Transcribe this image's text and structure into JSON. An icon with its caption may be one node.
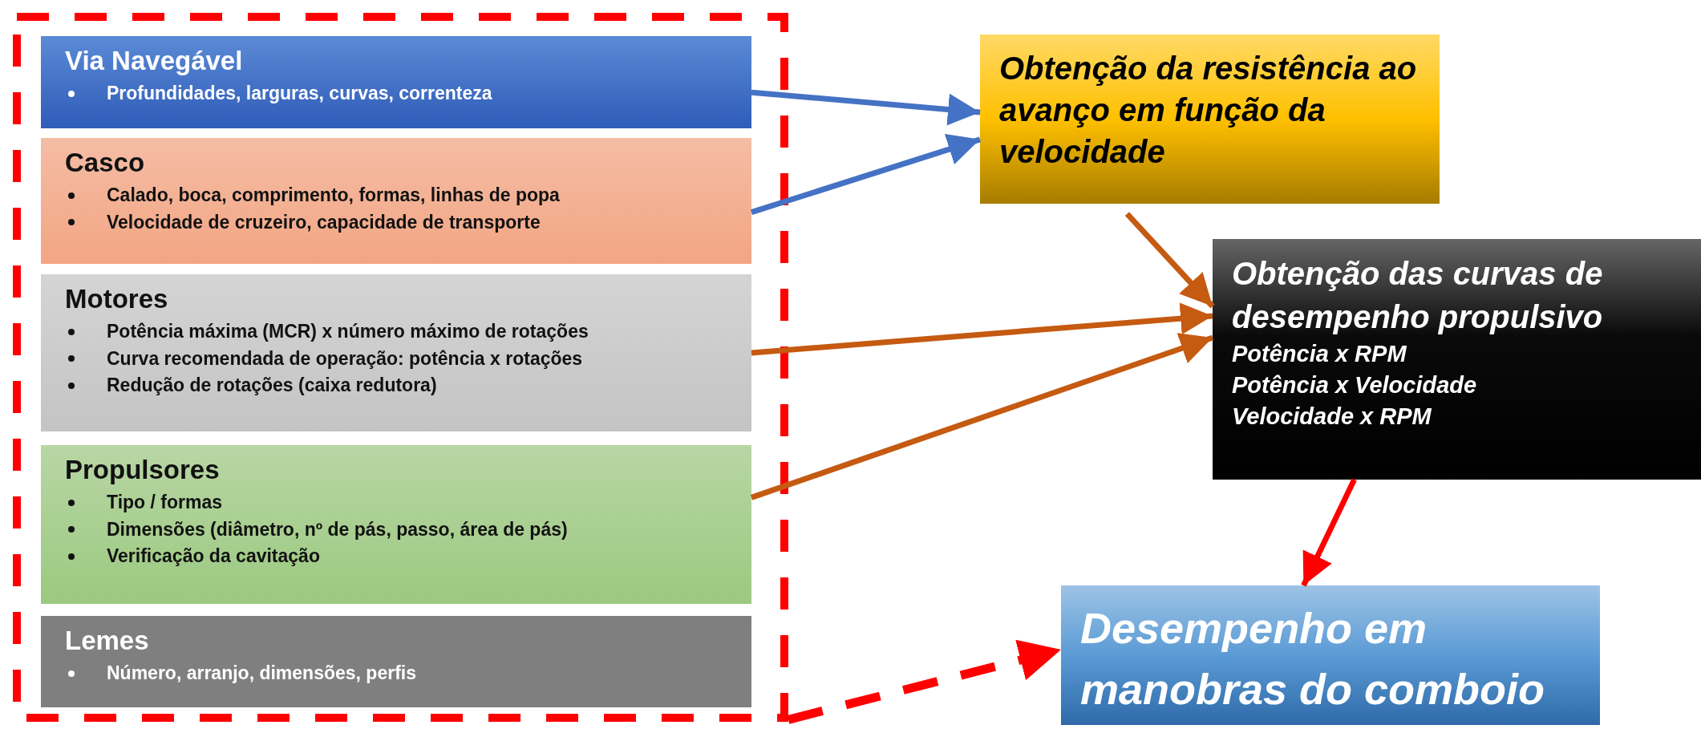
{
  "diagram": {
    "nodes": [
      {
        "text": [],
        "shape": "box"
      },
      {
        "text": [
          "Via Navegável",
          "Profundidades, larguras, curvas, correnteza"
        ],
        "in": 0
      },
      {
        "text": [
          "Casco",
          "Calado, boca, comprimento, formas, linhas de popa",
          "Velocidade de cruzeiro, capacidade de transporte"
        ],
        "in": 0
      },
      {
        "text": [
          "Motores",
          "Potência máxima (MCR) x número máximo de rotações",
          "Curva recomendada de operação: potência x rotações",
          "Redução de rotações (caixa redutora)"
        ],
        "in": 0
      },
      {
        "text": [
          "Propulsores",
          "Tipo / formas",
          "Dimensões (diâmetro, nº de pás, passo, área de pás)",
          "Verificação da cavitação"
        ],
        "in": 0
      },
      {
        "text": [
          "Lemes",
          "Número, arranjo, dimensões, perfis"
        ],
        "in": 0
      },
      {
        "text": [
          "Obtenção da resistência ao avanço em função da velocidade"
        ]
      },
      {
        "text": [
          "Obtenção das curvas de desempenho propulsivo",
          "Potência x RPM",
          "Potência x Velocidade",
          "Velocidade x RPM"
        ]
      },
      {
        "text": [
          "Desempenho em manobras do comboio"
        ]
      }
    ],
    "edges": [
      {
        "from": 1,
        "to": 6,
        "arrow": "to",
        "color": "#4472c4"
      },
      {
        "from": 2,
        "to": 6,
        "arrow": "to",
        "color": "#4472c4"
      },
      {
        "from": 6,
        "to": 7,
        "arrow": "to"
      },
      {
        "from": 3,
        "to": 7,
        "arrow": "to"
      },
      {
        "from": 4,
        "to": 7,
        "arrow": "to"
      },
      {
        "from": 7,
        "to": 8,
        "arrow": "to",
        "color": "#ff0000"
      },
      {
        "from": 0,
        "to": 8,
        "arrow": "to",
        "style": "dashed",
        "color": "#ff0000"
      }
    ]
  }
}
